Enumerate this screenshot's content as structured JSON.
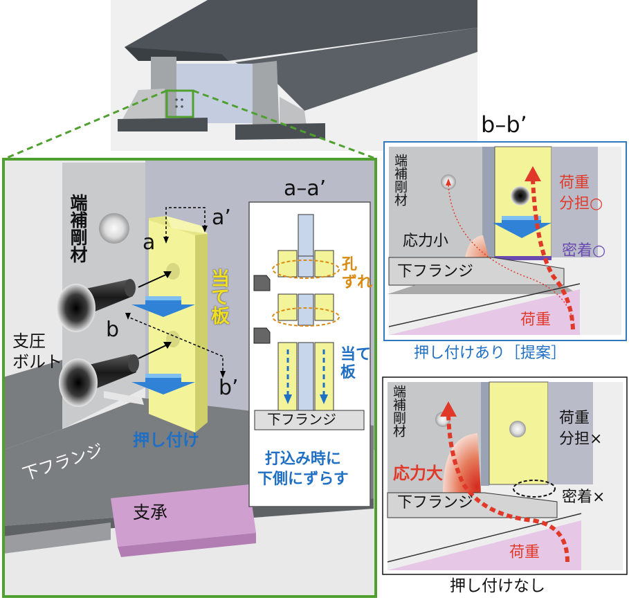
{
  "main": {
    "end_stiffener": "端補剛材",
    "label_a": "a",
    "label_a_prime": "a’",
    "label_b": "b",
    "label_b_prime": "b’",
    "bearing_plate": "当て板",
    "bearing_bolt": "支圧\nボルト",
    "lower_flange": "下フランジ",
    "press_fit": "押し付け",
    "bearing": "支承"
  },
  "section_aa": {
    "title": "a–a’",
    "hole_offset": "孔\nずれ",
    "bearing_plate": "当て\n板",
    "lower_flange": "下フランジ",
    "caption": "打込み時に\n下側にずらす"
  },
  "section_bb": {
    "title": "b–b’",
    "proposal": {
      "end_stiffener": "端補剛材",
      "load_share": "荷重\n分担○",
      "stress": "応力小",
      "contact": "密着○",
      "lower_flange": "下フランジ",
      "load": "荷重",
      "caption": "押し付けあり［提案］"
    },
    "none": {
      "end_stiffener": "端補剛材",
      "load_share": "荷重\n分担×",
      "stress": "応力大",
      "contact": "密着×",
      "lower_flange": "下フランジ",
      "load": "荷重",
      "caption": "押し付けなし"
    }
  },
  "colors": {
    "green_frame": "#4fa02f",
    "blue_frame": "#2f78c0",
    "plate_yellow": "#f3f39a",
    "red": "#e0392a",
    "orange": "#d98a12",
    "blue": "#1f6fc4",
    "purple": "#6a4ab0",
    "pink": "#e6c8e6"
  }
}
